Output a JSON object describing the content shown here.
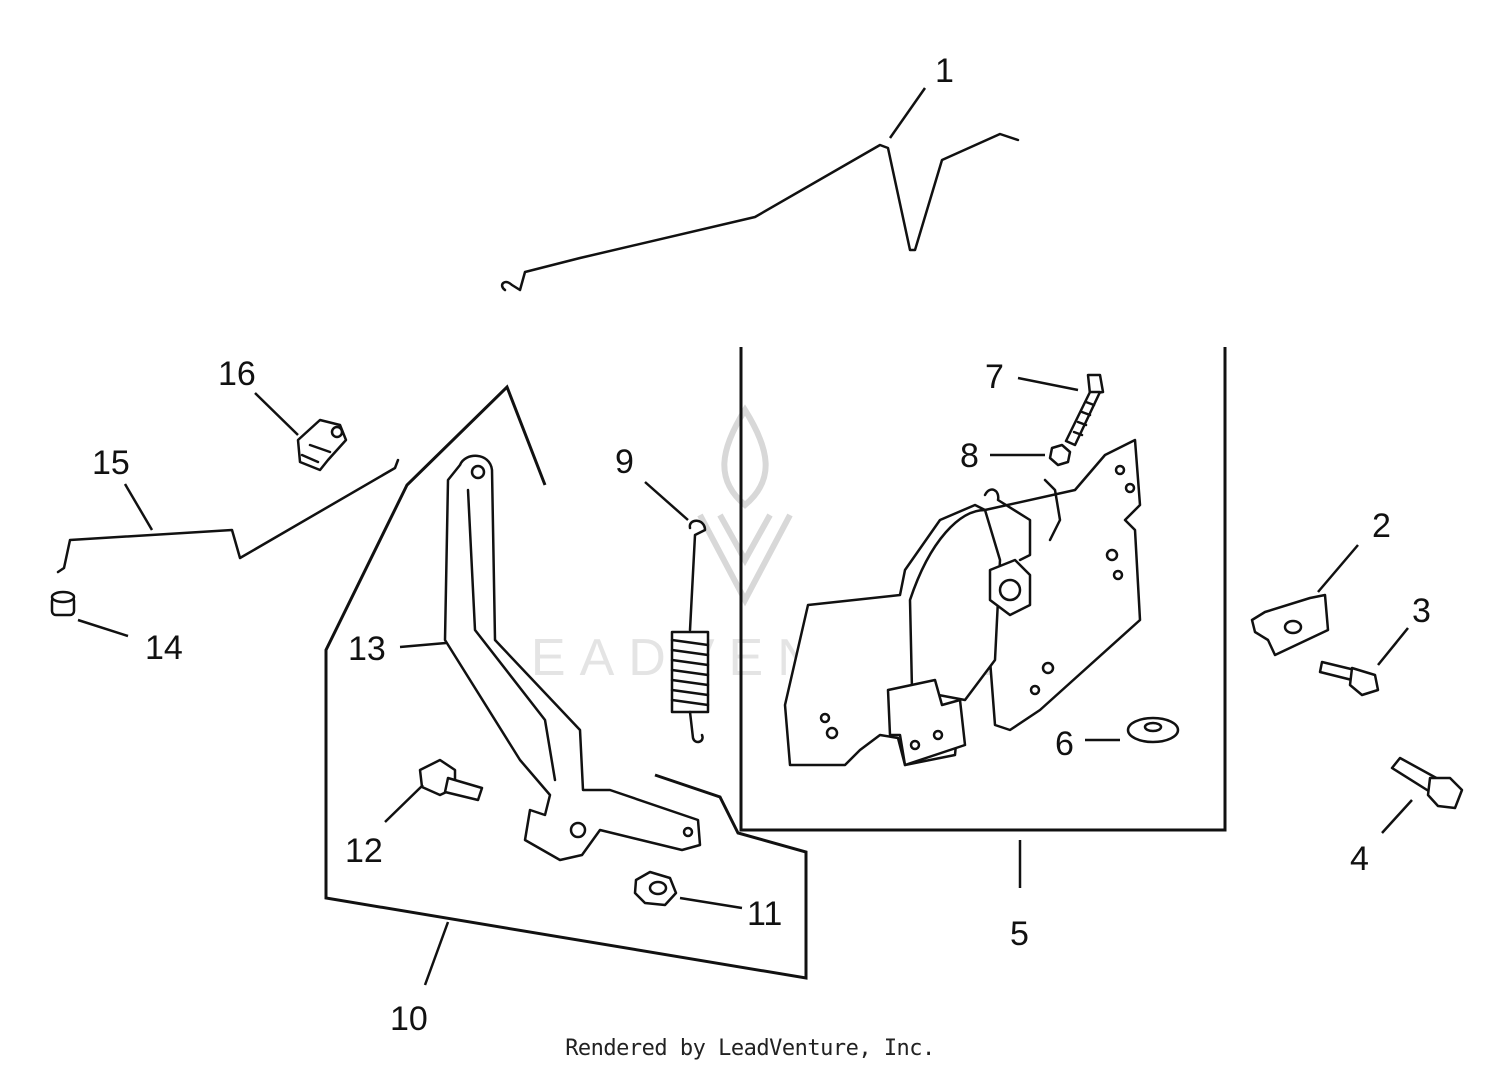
{
  "watermark_text": "LEADVENTURE",
  "footer_text": "Rendered by LeadVenture, Inc.",
  "callouts": {
    "c1": "1",
    "c2": "2",
    "c3": "3",
    "c4": "4",
    "c5": "5",
    "c6": "6",
    "c7": "7",
    "c8": "8",
    "c9": "9",
    "c10": "10",
    "c11": "11",
    "c12": "12",
    "c13": "13",
    "c14": "14",
    "c15": "15",
    "c16": "16"
  }
}
